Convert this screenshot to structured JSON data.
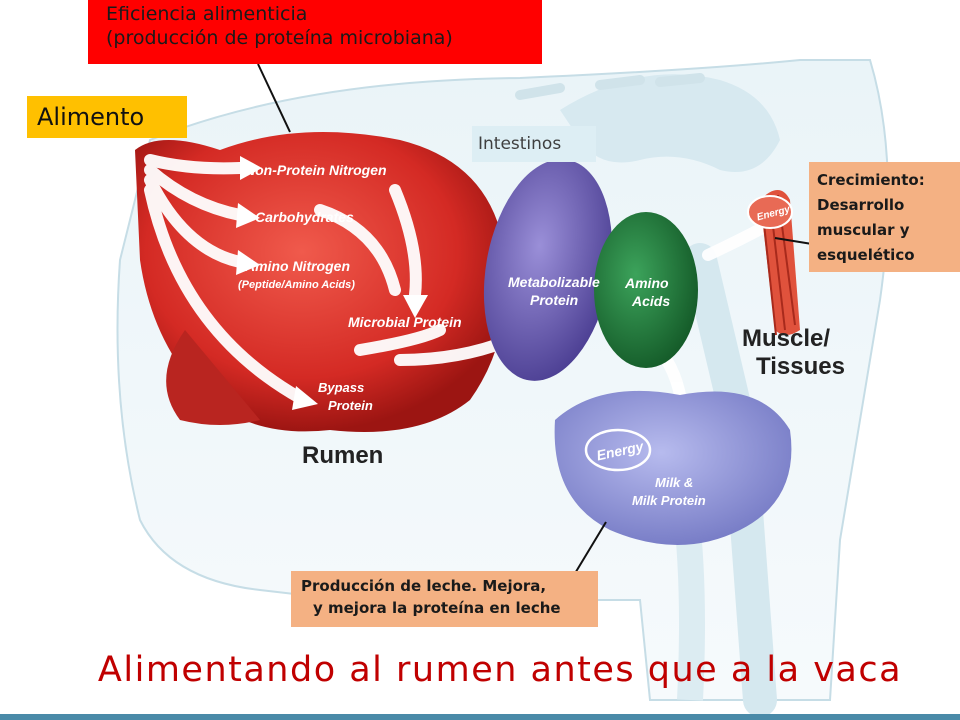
{
  "callouts": {
    "feed_efficiency_line1": "Eficiencia alimenticia",
    "feed_efficiency_line2": "(producción de proteína microbiana)",
    "food": "Alimento",
    "intestines": "Intestinos",
    "growth_line1": "Crecimiento:",
    "growth_line2": "Desarrollo",
    "growth_line3": "muscular y",
    "growth_line4": "esquelético",
    "milk_line1": "Producción de leche. Mejora,",
    "milk_line2": "y mejora  la  proteína  en leche"
  },
  "diagram": {
    "rumen_items": [
      "Non-Protein Nitrogen",
      "Carbohydrates",
      "Amino Nitrogen",
      "(Peptide/Amino Acids)",
      "Microbial Protein",
      "Bypass",
      "Protein"
    ],
    "rumen_title": "Rumen",
    "metabolizable_line1": "Metabolizable",
    "metabolizable_line2": "Protein",
    "amino_line1": "Amino",
    "amino_line2": "Acids",
    "muscle_line1": "Muscle/",
    "muscle_line2": "Tissues",
    "energy": "Energy",
    "milk_line1": "Milk &",
    "milk_line2": "Milk Protein"
  },
  "title": "Alimentando al rumen antes que a la vaca",
  "colors": {
    "rumen": "#d42a24",
    "intestine": "#6b5fb0",
    "amino": "#1f7a3a",
    "udder": "#8e92d4",
    "muscle": "#e0523c",
    "title": "#c00000",
    "callout_red": "#ff0000",
    "callout_yellow": "#ffc000",
    "callout_peach": "#f4b183"
  }
}
